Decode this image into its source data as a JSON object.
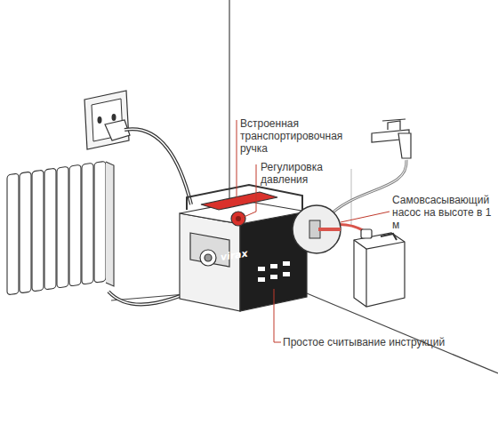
{
  "diagram": {
    "labels": [
      "Встроенная транспортировочная ручка",
      "Регулировка давления",
      "Самовсасывающий насос на высоте в 1 м",
      "Простое считывание инструкций",
      "virax"
    ]
  }
}
